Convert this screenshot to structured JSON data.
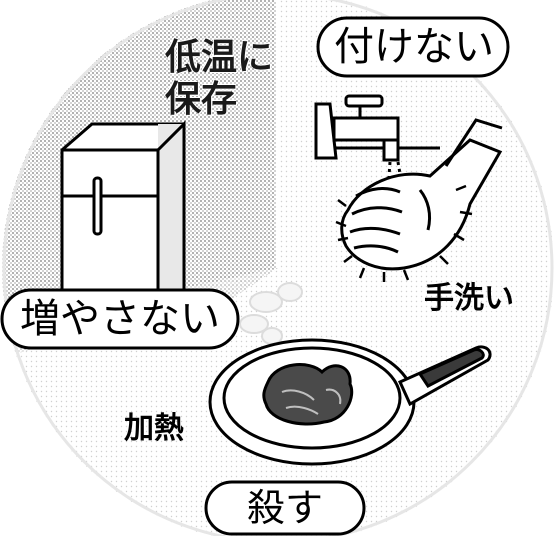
{
  "labels": {
    "prevent_contamination": "付けない",
    "prevent_growth": "増やさない",
    "destroy": "殺す",
    "cold_storage": "低温に",
    "cold_storage_2": "保存",
    "hand_washing": "手洗い",
    "heating": "加熱"
  },
  "colors": {
    "ink": "#000000",
    "shade": "#bdbdbd",
    "paper": "#ffffff"
  },
  "icons": {
    "refrigerator": "refrigerator-icon",
    "faucet": "faucet-icon",
    "hands": "hands-washing-icon",
    "frying_pan": "frying-pan-icon",
    "steam": "steam-icon"
  }
}
